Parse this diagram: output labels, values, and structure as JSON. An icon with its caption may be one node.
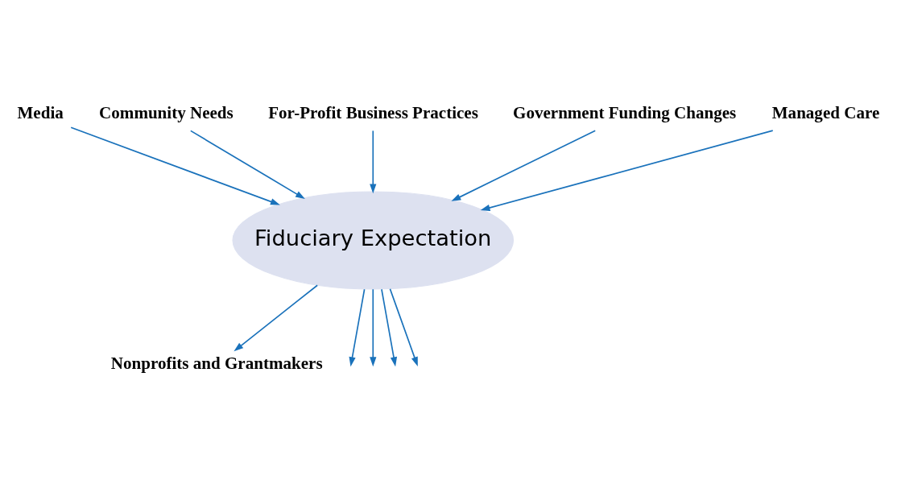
{
  "diagram": {
    "nodes": [
      {
        "text": [
          "For-Profit Business Practices"
        ]
      },
      {
        "text": [
          "Community Needs"
        ]
      },
      {
        "text": [
          "Government Funding Changes"
        ]
      },
      {
        "text": [
          "Media"
        ]
      },
      {
        "text": [
          "Managed Care"
        ]
      },
      {
        "text": [
          "Fiduciary Expectation"
        ]
      },
      {
        "text": [
          "Nonprofits and Grantmakers"
        ]
      }
    ],
    "edges": [
      {
        "from": 3,
        "to": 5,
        "arrow": "to"
      },
      {
        "from": 1,
        "to": 5,
        "arrow": "to"
      },
      {
        "from": 0,
        "to": 5,
        "arrow": "to"
      },
      {
        "from": 2,
        "to": 5,
        "arrow": "to"
      },
      {
        "from": 4,
        "to": 5,
        "arrow": "to"
      },
      {
        "from": 5,
        "to": null,
        "arrow": "to"
      },
      {
        "from": 5,
        "to": null,
        "arrow": "to"
      },
      {
        "from": 5,
        "to": 6,
        "arrow": "to"
      },
      {
        "from": 5,
        "to": null,
        "arrow": "to"
      },
      {
        "from": 5,
        "to": null,
        "arrow": "to"
      }
    ]
  }
}
